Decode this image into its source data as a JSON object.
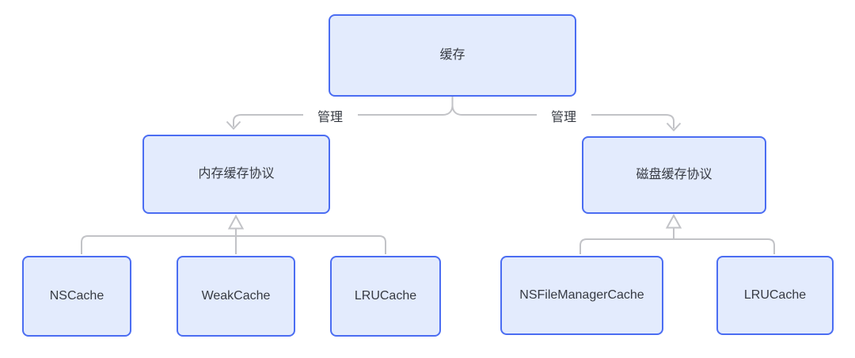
{
  "diagram": {
    "type": "flowchart",
    "direction": "top-down",
    "nodes": [
      {
        "id": "cache-root",
        "label": "缓存"
      },
      {
        "id": "memory-cache-protocol",
        "label": "内存缓存协议"
      },
      {
        "id": "disk-cache-protocol",
        "label": "磁盘缓存协议"
      },
      {
        "id": "nscache",
        "label": "NSCache"
      },
      {
        "id": "weakcache",
        "label": "WeakCache"
      },
      {
        "id": "lrucache-memory",
        "label": "LRUCache"
      },
      {
        "id": "nsfilemanagercache",
        "label": "NSFileManagerCache"
      },
      {
        "id": "lrucache-disk",
        "label": "LRUCache"
      }
    ],
    "edges": [
      {
        "from": "缓存",
        "to": "内存缓存协议",
        "label": "管理",
        "type": "arrow-open"
      },
      {
        "from": "缓存",
        "to": "磁盘缓存协议",
        "label": "管理",
        "type": "arrow-open"
      },
      {
        "from": "NSCache",
        "to": "内存缓存协议",
        "label": "",
        "type": "inheritance-hollow-triangle"
      },
      {
        "from": "WeakCache",
        "to": "内存缓存协议",
        "label": "",
        "type": "inheritance-hollow-triangle"
      },
      {
        "from": "LRUCache",
        "to": "内存缓存协议",
        "label": "",
        "type": "inheritance-hollow-triangle"
      },
      {
        "from": "NSFileManagerCache",
        "to": "磁盘缓存协议",
        "label": "",
        "type": "inheritance-hollow-triangle"
      },
      {
        "from": "LRUCache",
        "to": "磁盘缓存协议",
        "label": "",
        "type": "inheritance-hollow-triangle"
      }
    ]
  },
  "theme": {
    "node_fill": "#e3ebfd",
    "node_border": "#4b6df2",
    "connector": "#c2c3c7",
    "text": "#363a42",
    "background": "#ffffff"
  }
}
